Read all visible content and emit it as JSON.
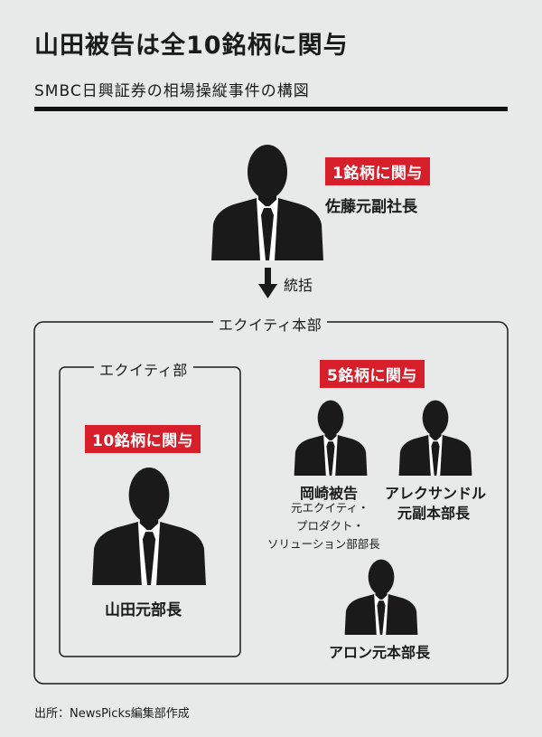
{
  "header": {
    "title": "山田被告は全10銘柄に関与",
    "subtitle": "SMBC日興証券の相場操縦事件の構図"
  },
  "top_person": {
    "badge": "1銘柄に関与",
    "name": "佐藤元副社長"
  },
  "arrow_label": "統括",
  "outer_group": {
    "label": "エクイティ本部",
    "badge": "5銘柄に関与"
  },
  "inner_group": {
    "label": "エクイティ部",
    "badge": "10銘柄に関与",
    "person_name": "山田元部長"
  },
  "people": {
    "okazaki_name": "岡崎被告",
    "okazaki_title_1": "元エクイティ・",
    "okazaki_title_2": "プロダクト・",
    "okazaki_title_3": "ソリューション部部長",
    "alexander_name_1": "アレクサンドル",
    "alexander_name_2": "元副本部長",
    "aron_name": "アロン元本部長"
  },
  "source": "出所：NewsPicks編集部作成",
  "colors": {
    "accent_red": "#d71f2b",
    "silhouette": "#1a1a1a",
    "background": "#e8e9e9"
  }
}
